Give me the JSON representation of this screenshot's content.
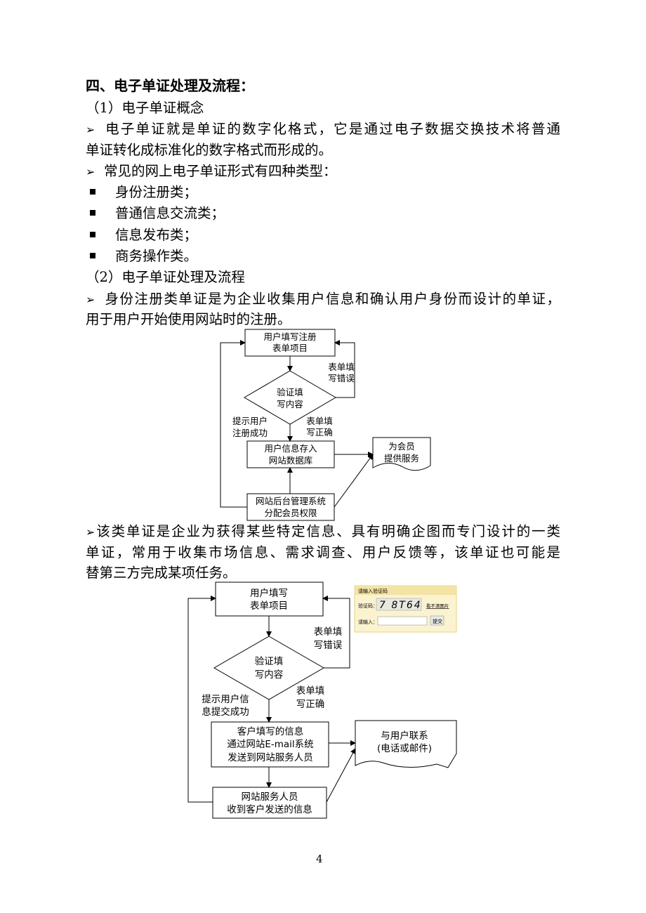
{
  "heading": "四、电子单证处理及流程：",
  "section1": "（1）电子单证概念",
  "bullet1": {
    "line1": "电子单证就是单证的数字化格式，它是通过电子数据交换技术将普通",
    "line2": "单证转化成标准化的数字格式而形成的。"
  },
  "bullet2": "常见的网上电子单证形式有四种类型：",
  "types": [
    "身份注册类；",
    "普通信息交流类；",
    "信息发布类；",
    "商务操作类。"
  ],
  "section2": "（2）电子单证处理及流程",
  "bullet3": {
    "line1": "身份注册类单证是为企业收集用户信息和确认用户身份而设计的单证，",
    "line2": "用于用户开始使用网站时的注册。"
  },
  "flow1": {
    "box1": [
      "用户填写注册",
      "表单项目"
    ],
    "diamond": [
      "验证填",
      "写内容"
    ],
    "error": [
      "表单填",
      "写错误"
    ],
    "ok": [
      "表单填",
      "写正确"
    ],
    "success": [
      "提示用户",
      "注册成功"
    ],
    "box2": [
      "用户信息存入",
      "网站数据库"
    ],
    "note": [
      "为会员",
      "提供服务"
    ],
    "box3": [
      "网站后台管理系统",
      "分配会员权限"
    ]
  },
  "bullet4": {
    "line1": "该类单证是企业为获得某些特定信息、具有明确企图而专门设计的一类",
    "line2": "单证，常用于收集市场信息、需求调查、用户反馈等，该单证也可能是",
    "line3": "替第三方完成某项任务。"
  },
  "flow2": {
    "box1": [
      "用户填写",
      "表单项目"
    ],
    "diamond": [
      "验证填",
      "写内容"
    ],
    "error": [
      "表单填",
      "写错误"
    ],
    "ok": [
      "表单填",
      "写正确"
    ],
    "success": [
      "提示用户信",
      "息提交成功"
    ],
    "box2": [
      "客户填写的信息",
      "通过网站E-mail系统",
      "发送到网站服务人员"
    ],
    "note": [
      "与用户联系",
      "(电话或邮件)"
    ],
    "box3": [
      "网站服务人员",
      "收到客户发送的信息"
    ],
    "captcha": {
      "title": "请输入验证码",
      "code_label": "验证码：",
      "code": "7 8T64",
      "refresh": "看不清图片",
      "input_label": "请输入：",
      "submit": "提交"
    }
  },
  "page_number": "4"
}
